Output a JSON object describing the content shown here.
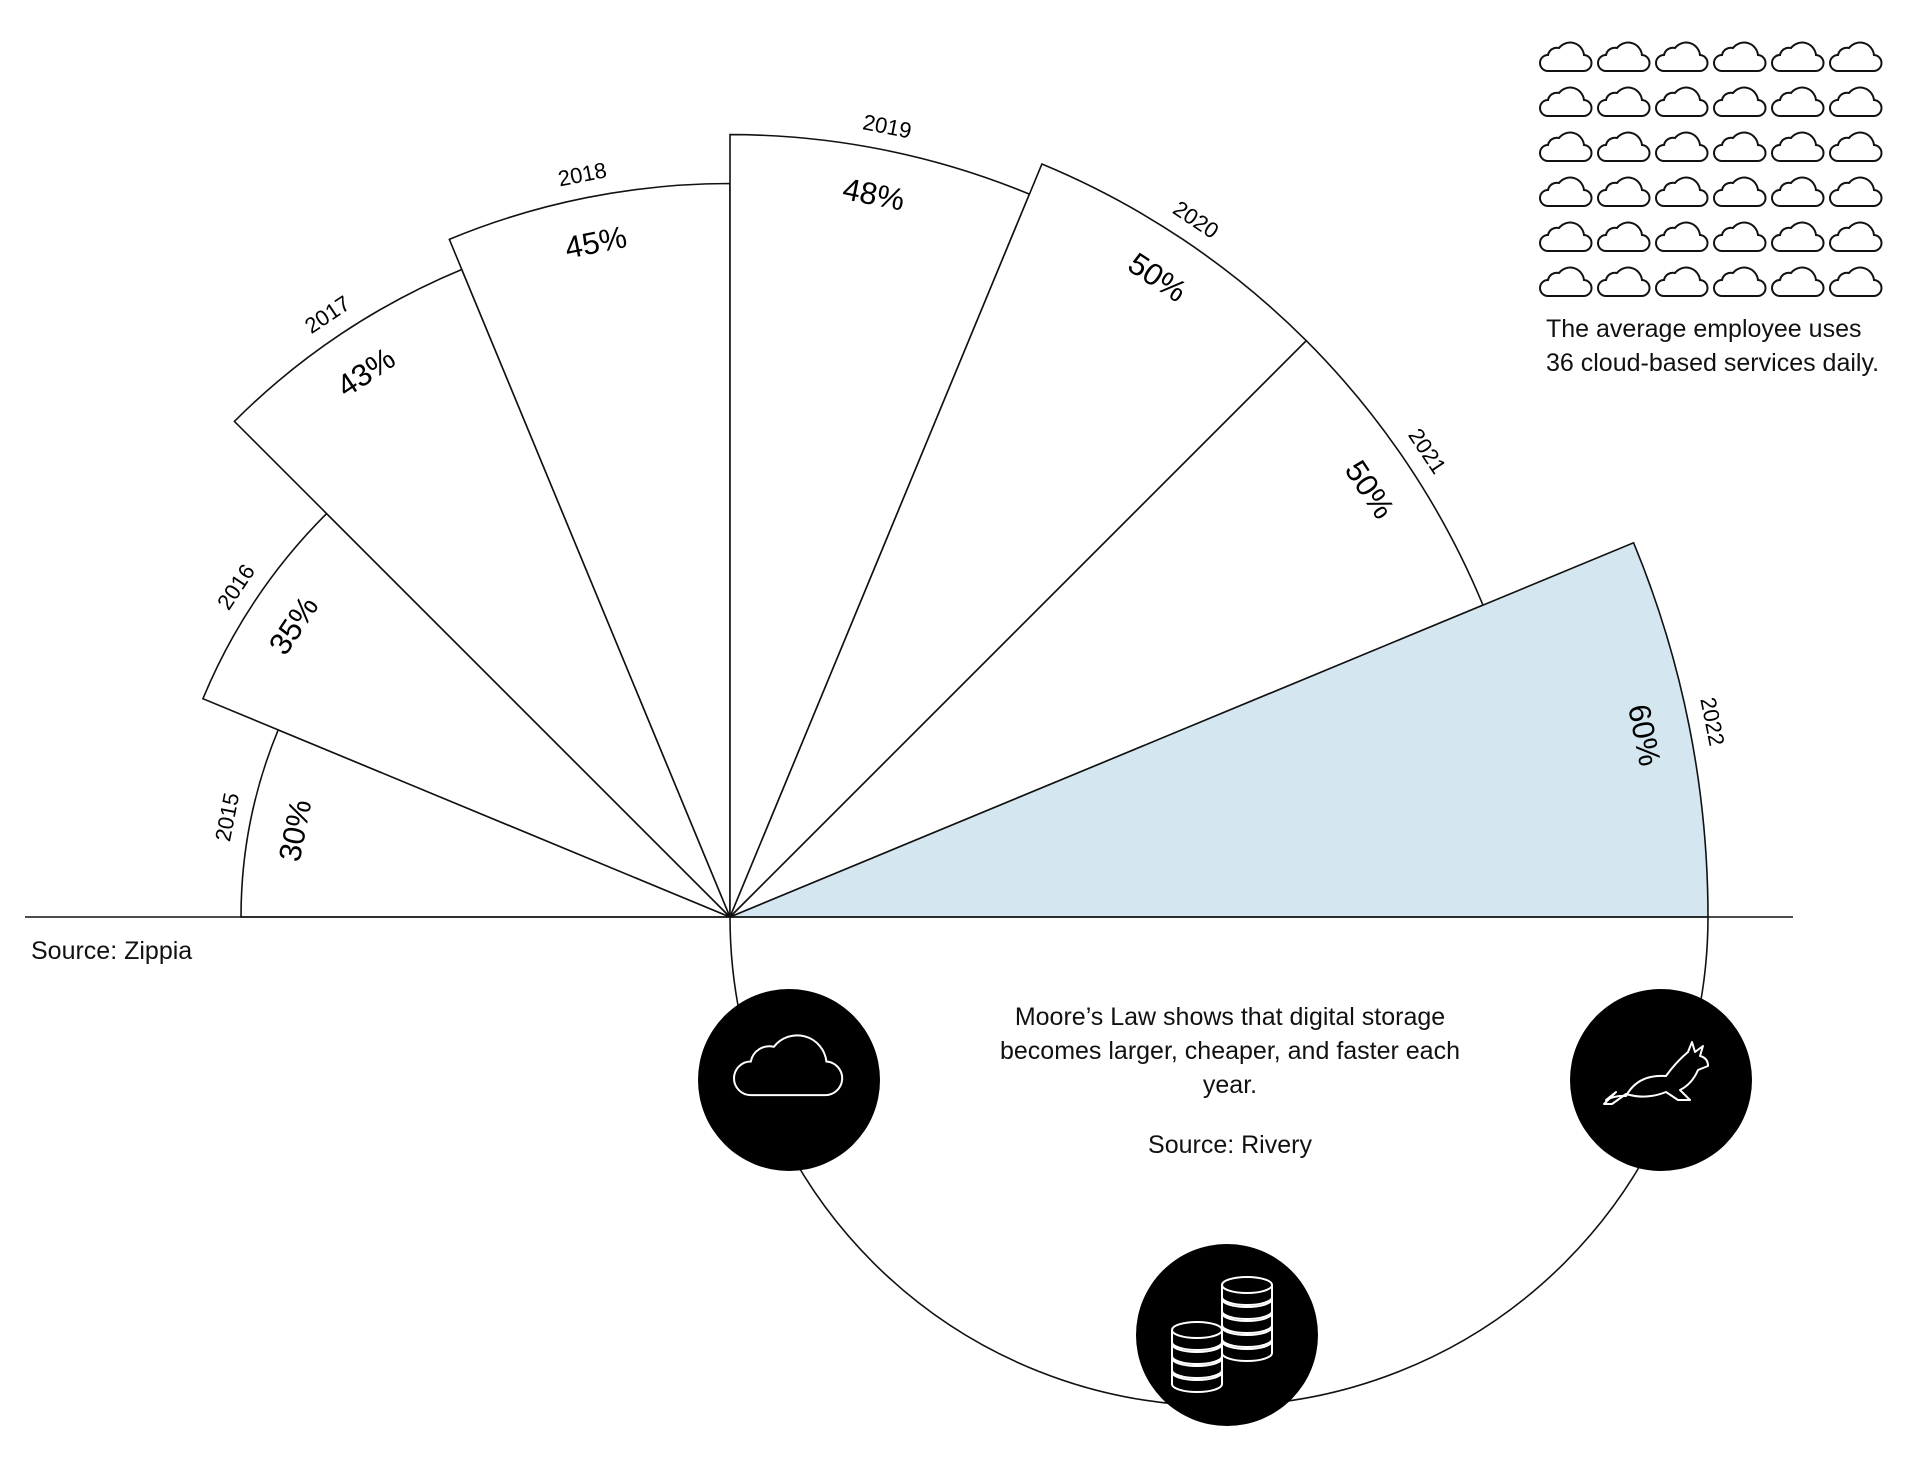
{
  "chart_data": {
    "type": "radial-bar",
    "title": "",
    "categories": [
      "2015",
      "2016",
      "2017",
      "2018",
      "2019",
      "2020",
      "2021",
      "2022"
    ],
    "values": [
      30,
      35,
      43,
      45,
      48,
      50,
      50,
      60
    ],
    "labels": [
      "30%",
      "35%",
      "43%",
      "45%",
      "48%",
      "50%",
      "50%",
      "60%"
    ],
    "highlight": "2022",
    "unit": "%",
    "source": "Source: Zippia"
  },
  "colors": {
    "highlight": "#d4e7f1",
    "line": "#111111",
    "icon_bg": "#000000"
  },
  "callout": {
    "cloud_count": 36,
    "text": "The average employee uses 36 cloud-based services daily."
  },
  "moore": {
    "text": "Moore’s Law shows that digital storage becomes larger, cheaper, and faster each year.",
    "source": "Source: Rivery"
  },
  "icons": [
    "cloud-icon",
    "coins-icon",
    "rabbit-icon"
  ]
}
